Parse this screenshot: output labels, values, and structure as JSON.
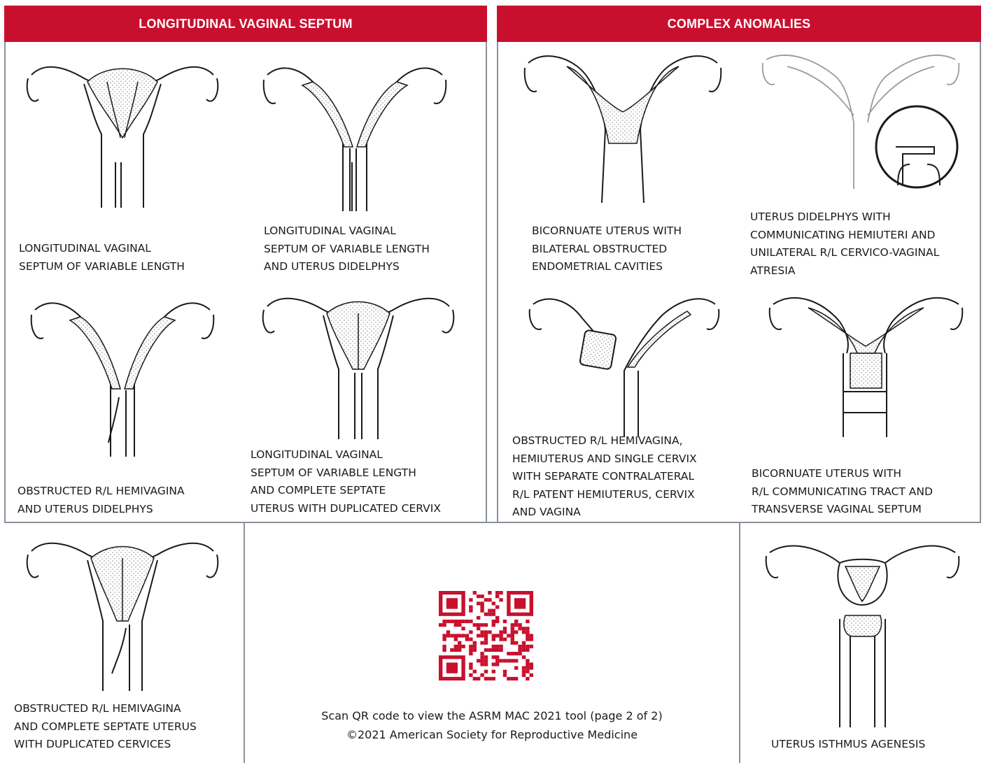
{
  "panels": {
    "left_title": "LONGITUDINAL VAGINAL SEPTUM",
    "right_title": "COMPLEX ANOMALIES"
  },
  "captions": {
    "c1": "LONGITUDINAL VAGINAL\nSEPTUM OF VARIABLE LENGTH",
    "c2": "LONGITUDINAL VAGINAL\nSEPTUM OF VARIABLE LENGTH\nAND UTERUS DIDELPHYS",
    "c3": "OBSTRUCTED R/L HEMIVAGINA\nAND UTERUS DIDELPHYS",
    "c4": "LONGITUDINAL VAGINAL\nSEPTUM OF VARIABLE LENGTH\nAND COMPLETE SEPTATE\nUTERUS WITH DUPLICATED CERVIX",
    "c5": "OBSTRUCTED R/L HEMIVAGINA\nAND COMPLETE SEPTATE UTERUS\nWITH DUPLICATED CERVICES",
    "c6": "BICORNUATE UTERUS WITH\nBILATERAL OBSTRUCTED\nENDOMETRIAL CAVITIES",
    "c7": "UTERUS DIDELPHYS WITH\nCOMMUNICATING HEMIUTERI AND\nUNILATERAL R/L CERVICO-VAGINAL\nATRESIA",
    "c8": "OBSTRUCTED R/L HEMIVAGINA,\nHEMIUTERUS AND SINGLE CERVIX\nWITH SEPARATE CONTRALATERAL\nR/L PATENT HEMIUTERUS, CERVIX\nAND VAGINA",
    "c9": "BICORNUATE UTERUS WITH\nR/L COMMUNICATING TRACT AND\nTRANSVERSE VAGINAL SEPTUM",
    "c10": "UTERUS ISTHMUS AGENESIS"
  },
  "footer": {
    "line1": "Scan QR code to view the ASRM MAC 2021 tool (page 2 of 2)",
    "line2": "©2021 American Society for Reproductive Medicine"
  },
  "colors": {
    "accent": "#c8102e",
    "border": "#8a929a",
    "line": "#1a1a1a"
  }
}
